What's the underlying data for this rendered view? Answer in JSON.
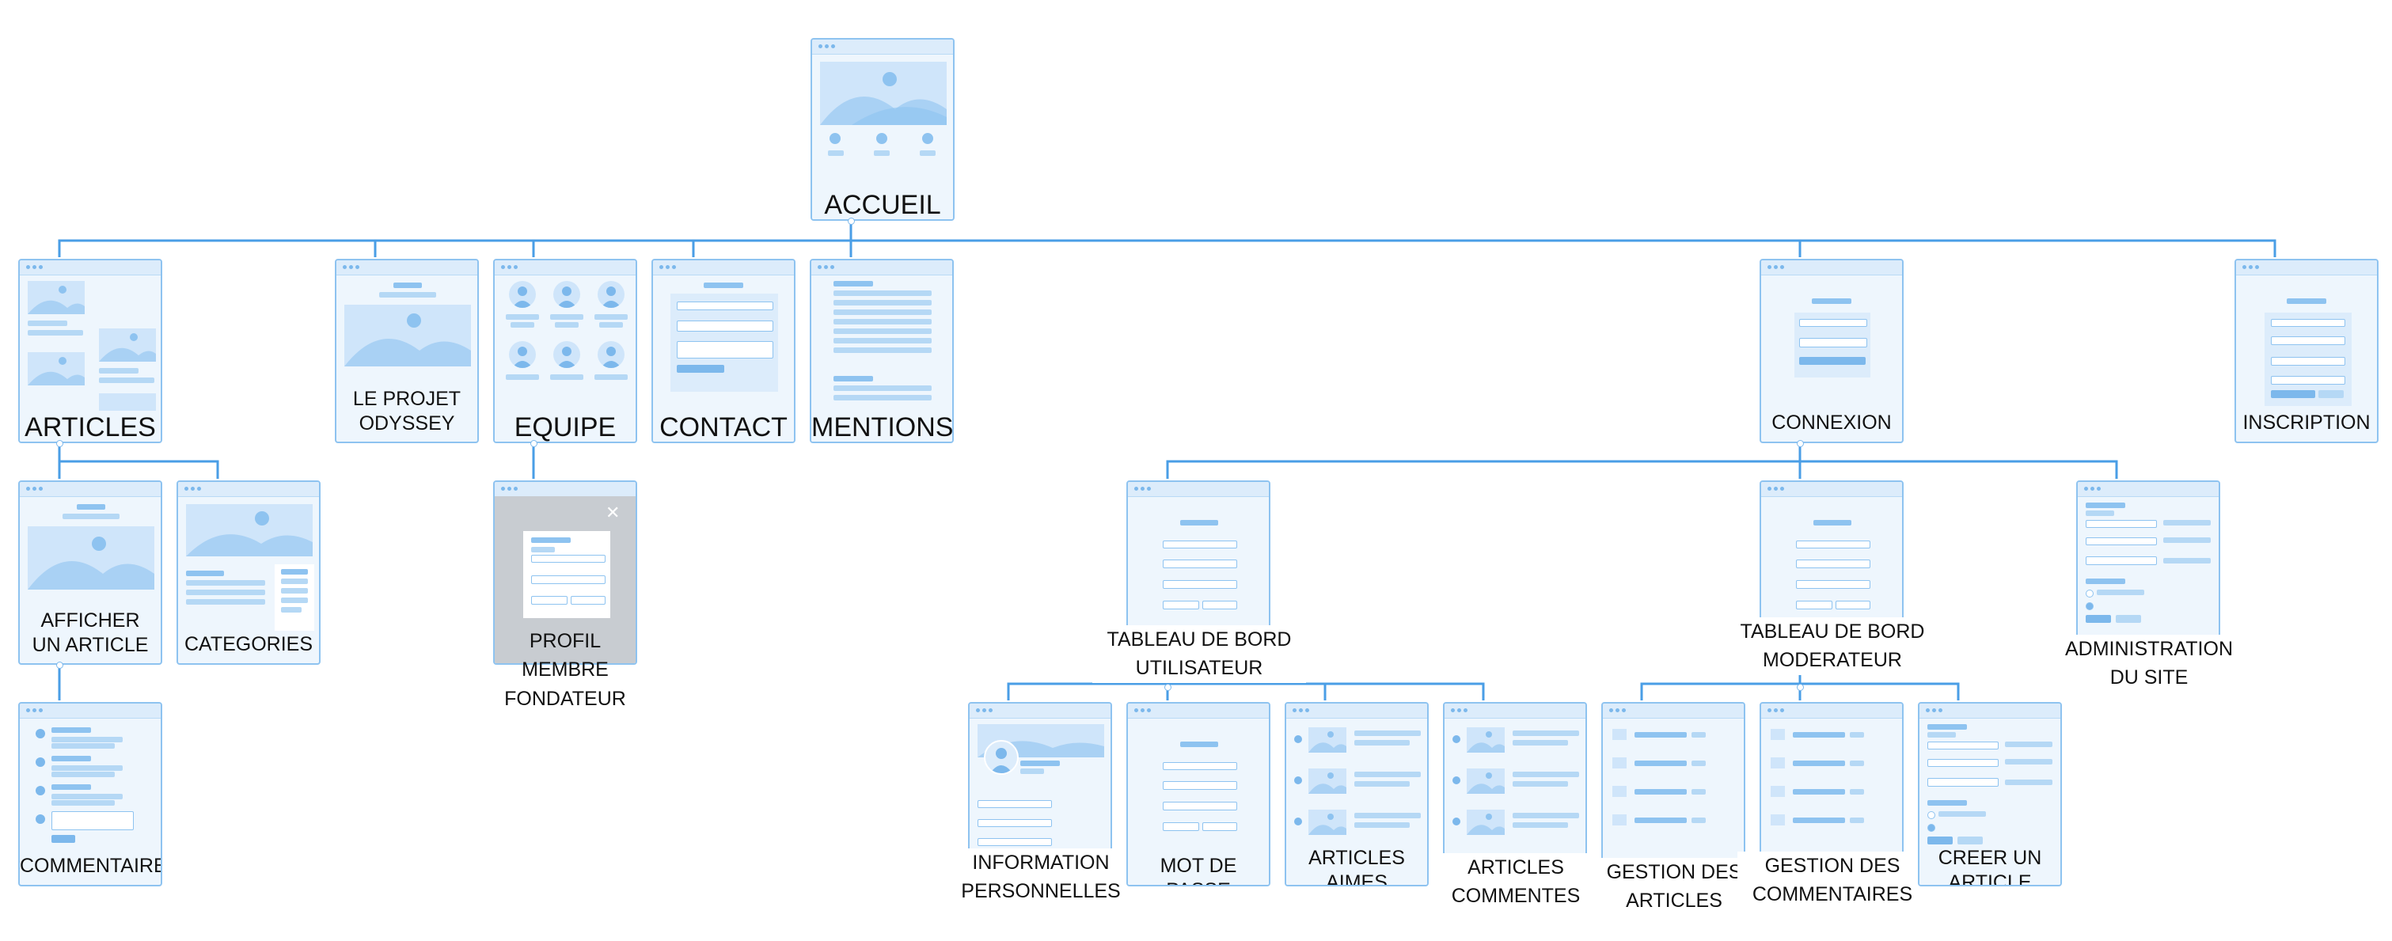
{
  "title": "",
  "nodes": {
    "accueil": "ACCUEIL",
    "articles": "ARTICLES",
    "projet": "LE PROJET\nODYSSEY",
    "equipe": "EQUIPE",
    "contact": "CONTACT",
    "mentions": "MENTIONS",
    "connexion": "CONNEXION",
    "inscription": "INSCRIPTION",
    "afficher": "AFFICHER\nUN ARTICLE",
    "categories": "CATEGORIES",
    "profil": "PROFIL\nMEMBRE\nFONDATEUR",
    "commentaires": "COMMENTAIRES",
    "tbu": "TABLEAU DE BORD\nUTILISATEUR",
    "tbm": "TABLEAU DE BORD\nMODERATEUR",
    "admin": "ADMINISTRATION\nDU SITE",
    "info": "INFORMATION\nPERSONNELLES",
    "mdp": "MOT DE PASSE",
    "aimes": "ARTICLES\nAIMES",
    "commentes": "ARTICLES\nCOMMENTES",
    "gest_articles": "GESTION DES\nARTICLES",
    "gest_comm": "GESTION DES\nCOMMENTAIRES",
    "creer": "CREER UN\nARTICLE"
  },
  "colors": {
    "line": "#4a9ee6",
    "frame": "#8ec3f0",
    "fill": "#eef6fd"
  },
  "icons": {
    "close": "close-icon"
  }
}
